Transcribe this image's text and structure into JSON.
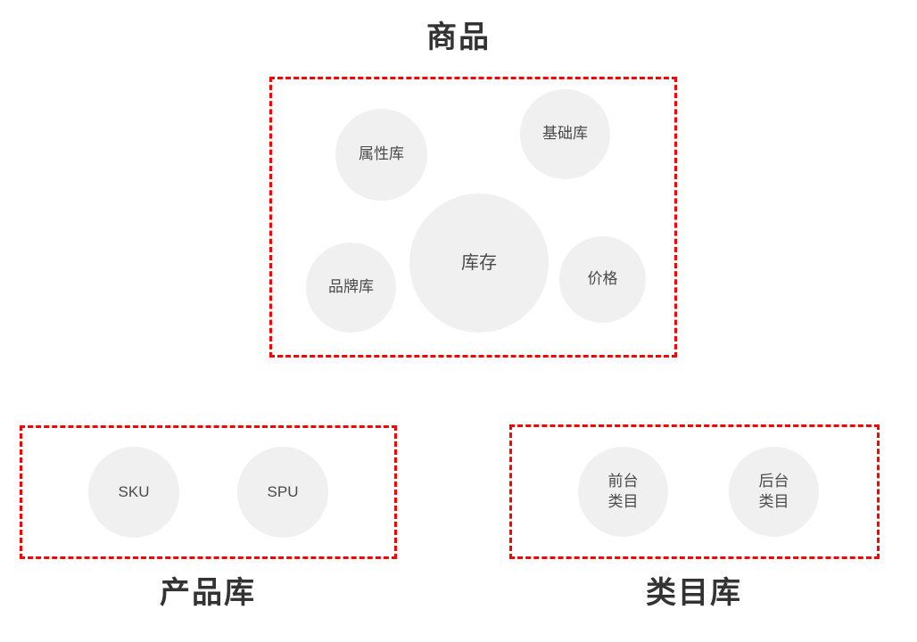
{
  "diagram": {
    "title": "商品",
    "background_color": "#ffffff",
    "accent_color": "#ff0000",
    "bubble_color": "#f0f0f0",
    "text_color": "#3a3a3a"
  },
  "groups": {
    "main": {
      "title": "商品",
      "title_position": "top",
      "bubbles": [
        {
          "label": "属性库"
        },
        {
          "label": "基础库"
        },
        {
          "label": "库存"
        },
        {
          "label": "品牌库"
        },
        {
          "label": "价格"
        }
      ]
    },
    "product_library": {
      "title": "产品库",
      "title_position": "bottom",
      "bubbles": [
        {
          "label": "SKU"
        },
        {
          "label": "SPU"
        }
      ]
    },
    "category_library": {
      "title": "类目库",
      "title_position": "bottom",
      "bubbles": [
        {
          "label": "前台\n类目"
        },
        {
          "label": "后台\n类目"
        }
      ]
    }
  }
}
